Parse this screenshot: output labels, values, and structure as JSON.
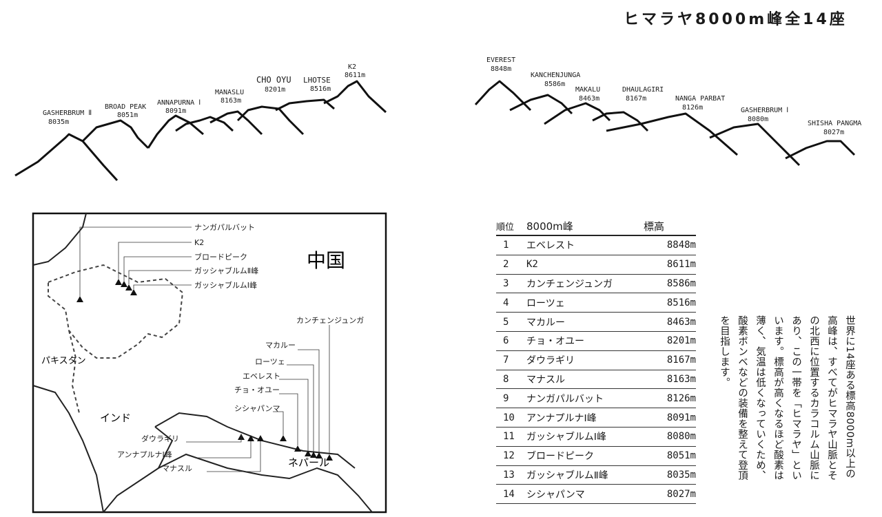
{
  "title": "ヒマラヤ8000m峰全14座",
  "panorama_left": [
    {
      "name": "GASHERBRUM Ⅱ",
      "height": "8035m"
    },
    {
      "name": "BROAD PEAK",
      "height": "8051m"
    },
    {
      "name": "ANNAPURNA Ⅰ",
      "height": "8091m"
    },
    {
      "name": "MANASLU",
      "height": "8163m"
    },
    {
      "name": "CHO OYU",
      "height": "8201m"
    },
    {
      "name": "LHOTSE",
      "height": "8516m"
    },
    {
      "name": "K2",
      "height": "8611m"
    }
  ],
  "panorama_right": [
    {
      "name": "EVEREST",
      "height": "8848m"
    },
    {
      "name": "KANCHENJUNGA",
      "height": "8586m"
    },
    {
      "name": "MAKALU",
      "height": "8463m"
    },
    {
      "name": "DHAULAGIRI",
      "height": "8167m"
    },
    {
      "name": "NANGA PARBAT",
      "height": "8126m"
    },
    {
      "name": "GASHERBRUM Ⅰ",
      "height": "8080m"
    },
    {
      "name": "SHISHA PANGMA",
      "height": "8027m"
    }
  ],
  "map": {
    "countries": {
      "china": "中国",
      "pakistan": "パキスタン",
      "india": "インド",
      "nepal": "ネパール"
    },
    "peaks": [
      "ナンガパルバット",
      "K2",
      "ブロードピーク",
      "ガッシャブルムⅡ峰",
      "ガッシャブルムⅠ峰",
      "カンチェンジュンガ",
      "マカルー",
      "ローツェ",
      "エベレスト",
      "チョ・オユー",
      "シシャパンマ",
      "ダウラギリ",
      "アンナプルナⅠ峰",
      "マナスル"
    ]
  },
  "table": {
    "headers": [
      "順位",
      "8000m峰",
      "標高"
    ],
    "rows": [
      [
        "1",
        "エベレスト",
        "8848m"
      ],
      [
        "2",
        "K2",
        "8611m"
      ],
      [
        "3",
        "カンチェンジュンガ",
        "8586m"
      ],
      [
        "4",
        "ローツェ",
        "8516m"
      ],
      [
        "5",
        "マカルー",
        "8463m"
      ],
      [
        "6",
        "チョ・オユー",
        "8201m"
      ],
      [
        "7",
        "ダウラギリ",
        "8167m"
      ],
      [
        "8",
        "マナスル",
        "8163m"
      ],
      [
        "9",
        "ナンガパルバット",
        "8126m"
      ],
      [
        "10",
        "アンナプルナⅠ峰",
        "8091m"
      ],
      [
        "11",
        "ガッシャブルムⅠ峰",
        "8080m"
      ],
      [
        "12",
        "ブロードピーク",
        "8051m"
      ],
      [
        "13",
        "ガッシャブルムⅡ峰",
        "8035m"
      ],
      [
        "14",
        "シシャパンマ",
        "8027m"
      ]
    ]
  },
  "body_text": "世界に14座ある標高8000m以上の高峰は、すべてがヒマラヤ山脈とその北西に位置するカラコルム山脈にあり、この一帯を「ヒマラヤ」といいます。標高が高くなるほど酸素は薄く、気温は低くなっていくため、酸素ボンベなどの装備を整えて登頂を目指します。"
}
